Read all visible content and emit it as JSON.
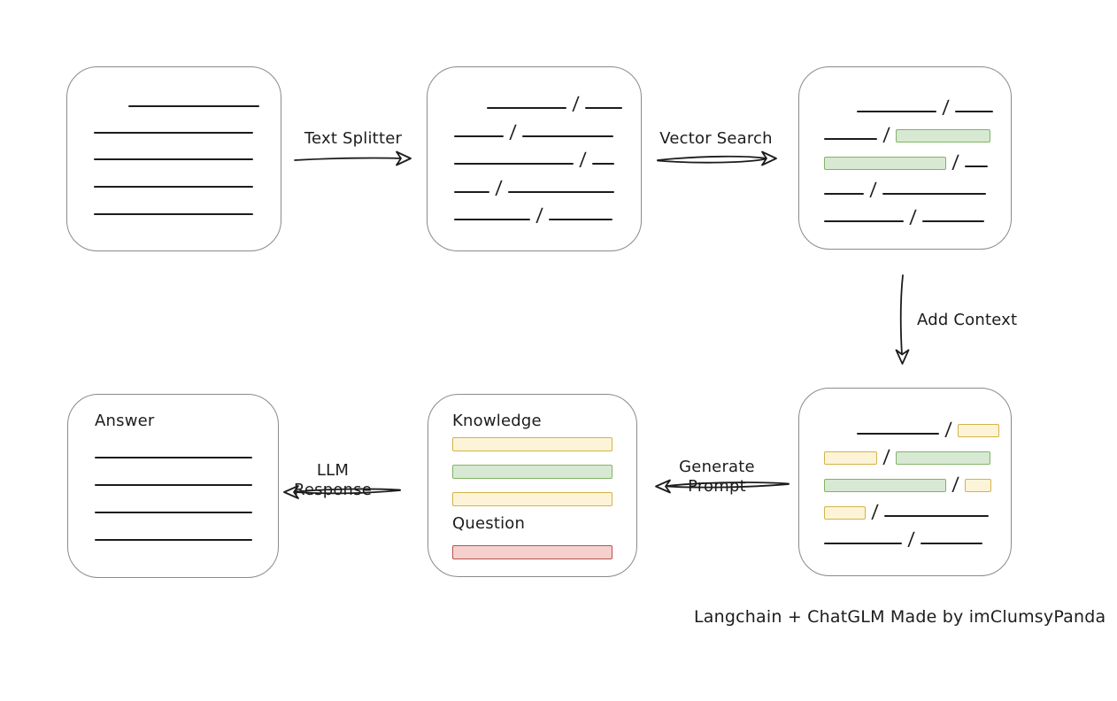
{
  "theme": {
    "background": "#ffffff",
    "ink": "#1c1c1c",
    "box_stroke": "#8a8a8a"
  },
  "palette": {
    "green_fill": "#d7e9d2",
    "green_stroke": "#82b366",
    "yellow_fill": "#fdf4d8",
    "yellow_stroke": "#d3b24b",
    "red_fill": "#f6d0cd",
    "red_stroke": "#b5534f"
  },
  "arrows": {
    "text_splitter": "Text Splitter",
    "vector_search": "Vector Search",
    "add_context": "Add Context",
    "generate_prompt": "Generate Prompt",
    "llm_response": "LLM Response"
  },
  "caption": "Langchain + ChatGLM Made by imClumsyPanda",
  "boxes": {
    "doc": {
      "rows": [
        {
          "h": 30,
          "segs": [
            {
              "t": "space",
              "w": 32
            },
            {
              "t": "line",
              "w": 148
            }
          ]
        },
        {
          "h": 30,
          "segs": [
            {
              "t": "line",
              "w": 180
            }
          ]
        },
        {
          "h": 30,
          "segs": [
            {
              "t": "line",
              "w": 180
            }
          ]
        },
        {
          "h": 31,
          "segs": [
            {
              "t": "line",
              "w": 180
            }
          ]
        },
        {
          "h": 31,
          "segs": [
            {
              "t": "line",
              "w": 180
            }
          ]
        }
      ]
    },
    "split": {
      "rows": [
        {
          "h": 31.4,
          "segs": [
            {
              "t": "space",
              "w": 30
            },
            {
              "t": "line",
              "w": 90
            },
            {
              "t": "slash"
            },
            {
              "t": "line",
              "w": 42
            }
          ]
        },
        {
          "h": 31.4,
          "segs": [
            {
              "t": "line",
              "w": 56
            },
            {
              "t": "slash"
            },
            {
              "t": "line",
              "w": 103
            }
          ]
        },
        {
          "h": 31.4,
          "segs": [
            {
              "t": "line",
              "w": 135
            },
            {
              "t": "slash"
            },
            {
              "t": "line",
              "w": 25
            }
          ]
        },
        {
          "h": 31.4,
          "segs": [
            {
              "t": "line",
              "w": 40
            },
            {
              "t": "slash"
            },
            {
              "t": "line",
              "w": 120
            }
          ]
        },
        {
          "h": 31.4,
          "segs": [
            {
              "t": "line",
              "w": 86
            },
            {
              "t": "slash"
            },
            {
              "t": "line",
              "w": 72
            }
          ]
        }
      ]
    },
    "vector": {
      "rows": [
        {
          "h": 31,
          "segs": [
            {
              "t": "space",
              "w": 30
            },
            {
              "t": "line",
              "w": 90
            },
            {
              "t": "slash"
            },
            {
              "t": "line",
              "w": 43
            }
          ]
        },
        {
          "h": 31,
          "segs": [
            {
              "t": "line",
              "w": 60
            },
            {
              "t": "slash"
            },
            {
              "t": "chunk",
              "c": "green",
              "w": 107
            }
          ]
        },
        {
          "h": 31,
          "segs": [
            {
              "t": "chunk",
              "c": "green",
              "w": 138
            },
            {
              "t": "slash"
            },
            {
              "t": "line",
              "w": 26
            }
          ]
        },
        {
          "h": 31,
          "segs": [
            {
              "t": "line",
              "w": 45
            },
            {
              "t": "slash"
            },
            {
              "t": "line",
              "w": 117
            }
          ]
        },
        {
          "h": 31,
          "segs": [
            {
              "t": "line",
              "w": 90
            },
            {
              "t": "slash"
            },
            {
              "t": "line",
              "w": 70
            }
          ]
        }
      ]
    },
    "context": {
      "rows": [
        {
          "h": 31,
          "segs": [
            {
              "t": "space",
              "w": 30
            },
            {
              "t": "line",
              "w": 93
            },
            {
              "t": "slash"
            },
            {
              "t": "chunk",
              "c": "yellow",
              "w": 47
            }
          ]
        },
        {
          "h": 31,
          "segs": [
            {
              "t": "chunk",
              "c": "yellow",
              "w": 60
            },
            {
              "t": "slash"
            },
            {
              "t": "chunk",
              "c": "green",
              "w": 107
            }
          ]
        },
        {
          "h": 31,
          "segs": [
            {
              "t": "chunk",
              "c": "green",
              "w": 138
            },
            {
              "t": "slash"
            },
            {
              "t": "chunk",
              "c": "yellow",
              "w": 30
            }
          ]
        },
        {
          "h": 31,
          "segs": [
            {
              "t": "chunk",
              "c": "yellow",
              "w": 47
            },
            {
              "t": "slash"
            },
            {
              "t": "line",
              "w": 118
            }
          ]
        },
        {
          "h": 31,
          "segs": [
            {
              "t": "line",
              "w": 88
            },
            {
              "t": "slash"
            },
            {
              "t": "line",
              "w": 70
            }
          ]
        }
      ]
    },
    "prompt": {
      "rows": [
        {
          "h": 24,
          "segs": [
            {
              "t": "label",
              "text": "Knowledge"
            }
          ]
        },
        {
          "h": 16,
          "mt": 8,
          "segs": [
            {
              "t": "bar",
              "c": "yellow"
            }
          ]
        },
        {
          "h": 16,
          "mt": 15,
          "segs": [
            {
              "t": "bar",
              "c": "green"
            }
          ]
        },
        {
          "h": 16,
          "mt": 15,
          "segs": [
            {
              "t": "bar",
              "c": "yellow"
            }
          ]
        },
        {
          "h": 24,
          "mt": 6,
          "segs": [
            {
              "t": "label",
              "text": "Question"
            }
          ]
        },
        {
          "h": 17,
          "mt": 13,
          "segs": [
            {
              "t": "bar",
              "c": "red"
            }
          ]
        }
      ]
    },
    "answer": {
      "rows": [
        {
          "h": 24,
          "segs": [
            {
              "t": "label",
              "text": "Answer"
            }
          ]
        },
        {
          "h": 31,
          "mt": 1,
          "segs": [
            {
              "t": "line",
              "w": 178
            }
          ]
        },
        {
          "h": 31,
          "segs": [
            {
              "t": "line",
              "w": 178
            }
          ]
        },
        {
          "h": 31,
          "segs": [
            {
              "t": "line",
              "w": 178
            }
          ]
        },
        {
          "h": 31,
          "segs": [
            {
              "t": "line",
              "w": 178
            }
          ]
        }
      ]
    }
  }
}
